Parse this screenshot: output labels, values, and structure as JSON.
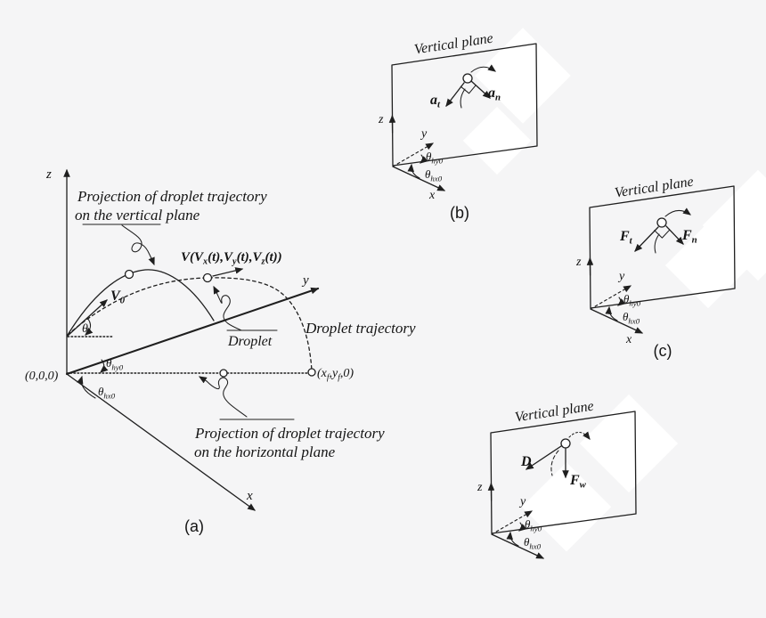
{
  "colors": {
    "background": "#f5f5f6",
    "ink": "#1f1f1f",
    "watermark": "#ffffff"
  },
  "shared": {
    "vertical_plane": "Vertical plane",
    "axis_x": "x",
    "axis_y": "y",
    "axis_z": "z",
    "theta_hy0": [
      {
        "t": "θ"
      },
      {
        "t": "hy0",
        "sub": true
      }
    ],
    "theta_hx0": [
      {
        "t": "θ"
      },
      {
        "t": "hx0",
        "sub": true
      }
    ]
  },
  "panel_a": {
    "letter": "(a)",
    "proj_vertical_line1": "Projection of droplet trajectory",
    "proj_vertical_line2": "on the vertical plane",
    "proj_horizontal_line1": "Projection of droplet trajectory",
    "proj_horizontal_line2": "on the horizontal plane",
    "droplet_trajectory": "Droplet trajectory",
    "droplet": "Droplet",
    "launch_angle": "θ",
    "origin": "(0,0,0)",
    "initial_velocity": [
      {
        "t": "V"
      },
      {
        "t": "0",
        "sub": true
      }
    ],
    "velocity_vector": [
      {
        "t": "V(V"
      },
      {
        "t": "x",
        "sub": true
      },
      {
        "t": "(t),V"
      },
      {
        "t": "y",
        "sub": true
      },
      {
        "t": "(t),V"
      },
      {
        "t": "z",
        "sub": true
      },
      {
        "t": "(t))"
      }
    ],
    "landing_point": [
      {
        "t": "(x"
      },
      {
        "t": "f",
        "sub": true
      },
      {
        "t": ",y"
      },
      {
        "t": "f",
        "sub": true
      },
      {
        "t": ",0)"
      }
    ]
  },
  "panel_b": {
    "letter": "(b)",
    "a_t": [
      {
        "t": "a"
      },
      {
        "t": "t",
        "sub": true
      }
    ],
    "a_n": [
      {
        "t": "a"
      },
      {
        "t": "n",
        "sub": true
      }
    ]
  },
  "panel_c": {
    "letter": "(c)",
    "F_t": [
      {
        "t": "F"
      },
      {
        "t": "t",
        "sub": true
      }
    ],
    "F_n": [
      {
        "t": "F"
      },
      {
        "t": "n",
        "sub": true
      }
    ]
  },
  "panel_d": {
    "drag": "D",
    "F_w": [
      {
        "t": "F"
      },
      {
        "t": "w",
        "sub": true
      }
    ]
  }
}
